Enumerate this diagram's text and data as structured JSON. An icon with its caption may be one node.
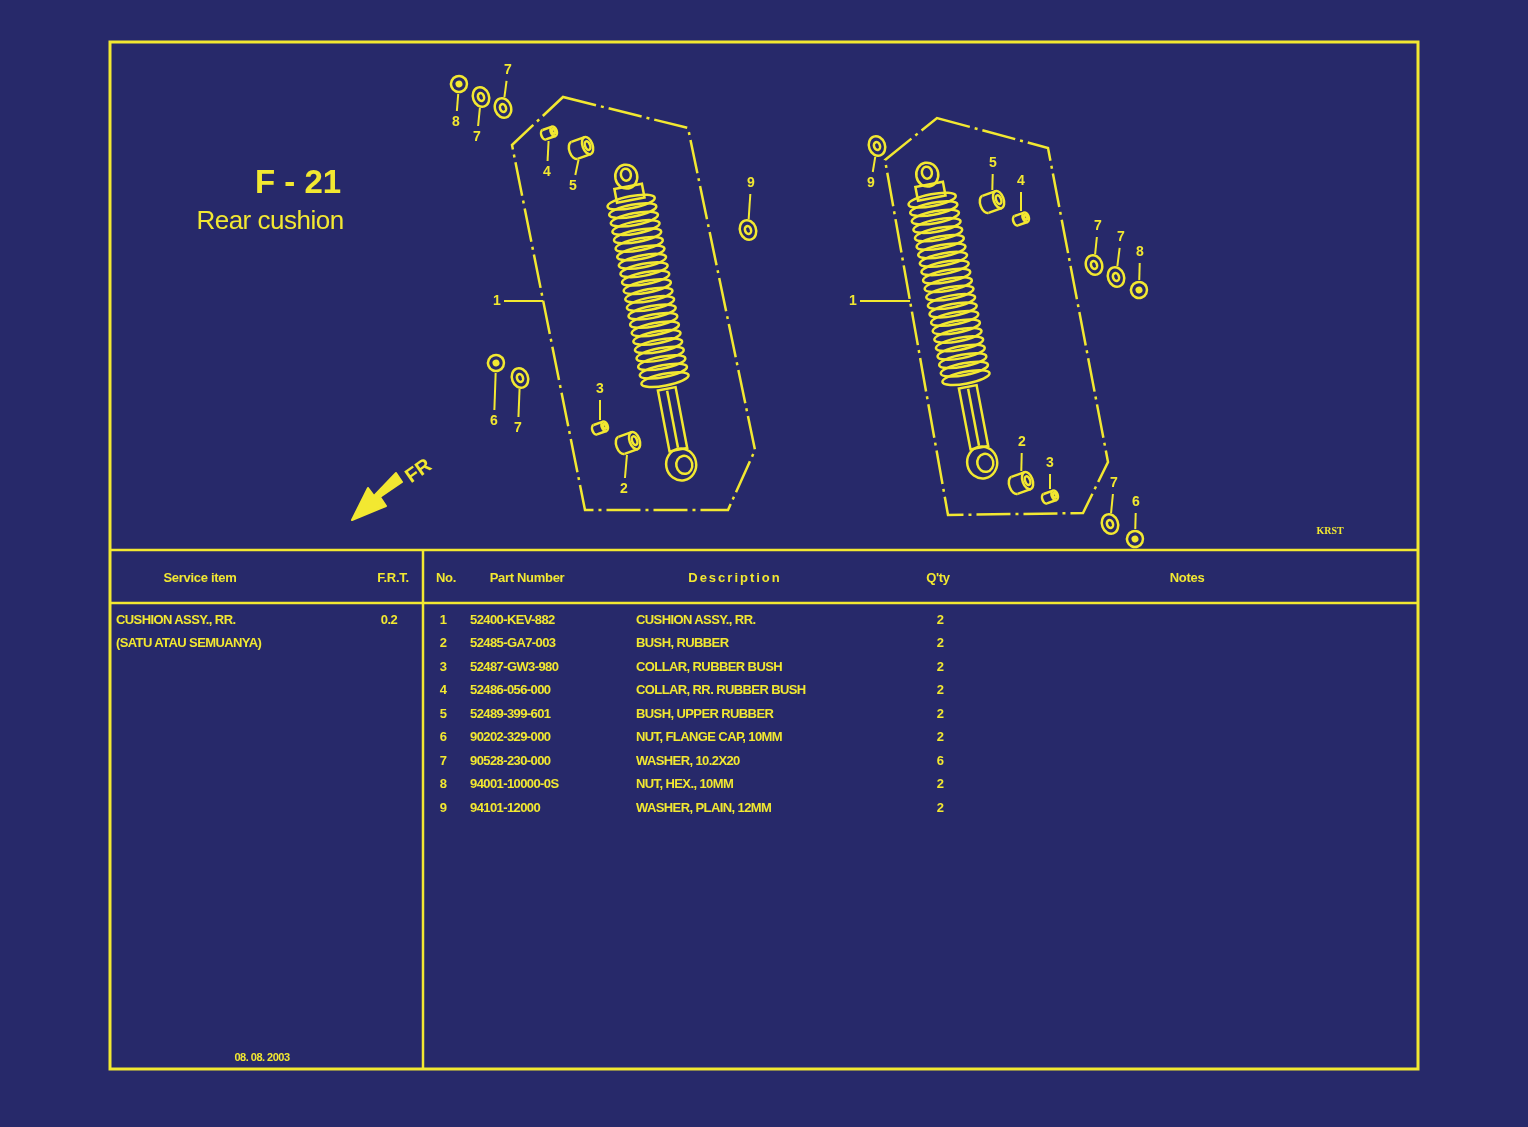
{
  "diagram": {
    "title": "F - 21",
    "nodes": [
      {
        "text": [],
        "shape": "box"
      },
      {
        "text": [],
        "shape": "box"
      },
      {
        "text": [
          "8"
        ]
      },
      {
        "text": [],
        "shape": "circle"
      },
      {
        "text": [
          "7"
        ]
      },
      {
        "text": [],
        "shape": "circle"
      },
      {
        "text": [
          "7"
        ]
      },
      {
        "text": [],
        "shape": "circle"
      },
      {
        "text": [
          "4"
        ],
        "in": 0
      },
      {
        "text": [],
        "shape": "cylinder",
        "in": 0
      },
      {
        "text": [
          "5"
        ],
        "in": 0
      },
      {
        "text": [],
        "shape": "cylinder",
        "in": 0
      },
      {
        "text": [
          "9"
        ]
      },
      {
        "text": [],
        "shape": "circle"
      },
      {
        "text": [
          "1"
        ]
      },
      {
        "text": [
          "6"
        ]
      },
      {
        "text": [],
        "shape": "circle"
      },
      {
        "text": [
          "7"
        ]
      },
      {
        "text": [],
        "shape": "circle"
      },
      {
        "text": [
          "3"
        ],
        "in": 0
      },
      {
        "text": [],
        "shape": "cylinder",
        "in": 0
      },
      {
        "text": [
          "2"
        ],
        "in": 0
      },
      {
        "text": [],
        "shape": "cylinder",
        "in": 0
      },
      {
        "text": [
          "9"
        ]
      },
      {
        "text": [],
        "shape": "circle"
      },
      {
        "text": [
          "5"
        ],
        "in": 1
      },
      {
        "text": [],
        "shape": "cylinder",
        "in": 1
      },
      {
        "text": [
          "4"
        ],
        "in": 1
      },
      {
        "text": [],
        "shape": "cylinder",
        "in": 1
      },
      {
        "text": [
          "7"
        ]
      },
      {
        "text": [],
        "shape": "circle"
      },
      {
        "text": [
          "7"
        ]
      },
      {
        "text": [],
        "shape": "circle"
      },
      {
        "text": [
          "8"
        ]
      },
      {
        "text": [],
        "shape": "circle"
      },
      {
        "text": [
          "1"
        ]
      },
      {
        "text": [
          "2"
        ],
        "in": 1
      },
      {
        "text": [],
        "shape": "cylinder",
        "in": 1
      },
      {
        "text": [
          "3"
        ],
        "in": 1
      },
      {
        "text": [],
        "shape": "cylinder",
        "in": 1
      },
      {
        "text": [
          "7"
        ]
      },
      {
        "text": [],
        "shape": "circle"
      },
      {
        "text": [
          "6"
        ]
      },
      {
        "text": [],
        "shape": "circle"
      }
    ],
    "edges": [
      {
        "from": 2,
        "to": 3,
        "arrow": "none"
      },
      {
        "from": 4,
        "to": 5,
        "arrow": "none"
      },
      {
        "from": 6,
        "to": 7,
        "arrow": "none"
      },
      {
        "from": 8,
        "to": 9,
        "arrow": "none"
      },
      {
        "from": 10,
        "to": 11,
        "arrow": "none"
      },
      {
        "from": 12,
        "to": 13,
        "arrow": "none"
      },
      {
        "from": 14,
        "to": 0,
        "arrow": "none"
      },
      {
        "from": 15,
        "to": 16,
        "arrow": "none"
      },
      {
        "from": 17,
        "to": 18,
        "arrow": "none"
      },
      {
        "from": 19,
        "to": 20,
        "arrow": "none"
      },
      {
        "from": 21,
        "to": 22,
        "arrow": "none"
      },
      {
        "from": 23,
        "to": 24,
        "arrow": "none"
      },
      {
        "from": 25,
        "to": 26,
        "arrow": "none"
      },
      {
        "from": 27,
        "to": 28,
        "arrow": "none"
      },
      {
        "from": 29,
        "to": 30,
        "arrow": "none"
      },
      {
        "from": 31,
        "to": 32,
        "arrow": "none"
      },
      {
        "from": 33,
        "to": 34,
        "arrow": "none"
      },
      {
        "from": 35,
        "to": 1,
        "arrow": "none"
      },
      {
        "from": 36,
        "to": 37,
        "arrow": "none"
      },
      {
        "from": 38,
        "to": 39,
        "arrow": "none"
      },
      {
        "from": 40,
        "to": 41,
        "arrow": "none"
      },
      {
        "from": 42,
        "to": 43,
        "arrow": "none"
      }
    ],
    "labels": [
      "Rear cushion",
      "FR",
      "KRST",
      "Service item",
      "F.R.T.",
      "No.",
      "Part Number",
      "Description",
      "Q'ty",
      "Notes",
      "CUSHION ASSY., RR.",
      "0.2",
      "1",
      "52400-KEV-882",
      "CUSHION ASSY., RR.",
      "2",
      "(SATU ATAU SEMUANYA)",
      "2",
      "52485-GA7-003",
      "BUSH, RUBBER",
      "2",
      "3",
      "52487-GW3-980",
      "COLLAR, RUBBER BUSH",
      "2",
      "4",
      "52486-056-000",
      "COLLAR, RR. RUBBER BUSH",
      "2",
      "5",
      "52489-399-601",
      "BUSH, UPPER RUBBER",
      "2",
      "6",
      "90202-329-000",
      "NUT, FLANGE CAP, 10MM",
      "2",
      "7",
      "90528-230-000",
      "WASHER, 10.2X20",
      "6",
      "8",
      "94001-10000-0S",
      "NUT, HEX., 10MM",
      "2",
      "9",
      "94101-12000",
      "WASHER, PLAIN, 12MM",
      "2",
      "08. 08. 2003"
    ]
  }
}
